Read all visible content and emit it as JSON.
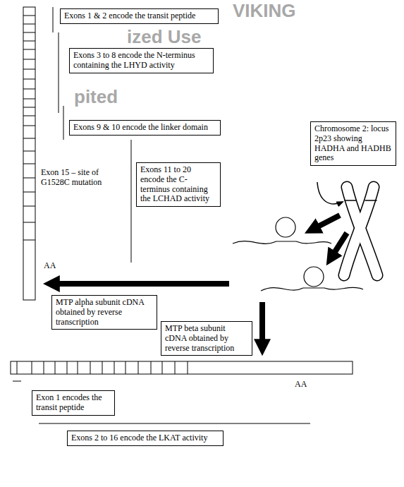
{
  "diagram": {
    "nodes": [
      {
        "text": [
          "Exons 1 & 2 encode the transit peptide"
        ]
      },
      {
        "text": [
          "Exons 3 to 8 encode the N-terminus containing the LHYD activity"
        ]
      },
      {
        "text": [
          "Exons 9 & 10 encode the linker domain"
        ]
      },
      {
        "text": [
          "Exons 11 to 20 encode the C-terminus containing the LCHAD activity"
        ]
      },
      {
        "text": [
          "Chromosome 2: locus 2p23 showing HADHA and HADHB genes"
        ]
      },
      {
        "text": [
          "MTP alpha subunit cDNA obtained by reverse transcription"
        ]
      },
      {
        "text": [
          "MTP beta subunit cDNA obtained by reverse transcription"
        ]
      },
      {
        "text": [
          "Exon 1 encodes the transit peptide"
        ]
      },
      {
        "text": [
          "Exons 2 to 16 encode the LKAT activity"
        ]
      }
    ],
    "labels": [
      "VIKING",
      "ized Use",
      "pited",
      "Exon 15 – site of G1528C mutation",
      "AA",
      "AA"
    ]
  }
}
